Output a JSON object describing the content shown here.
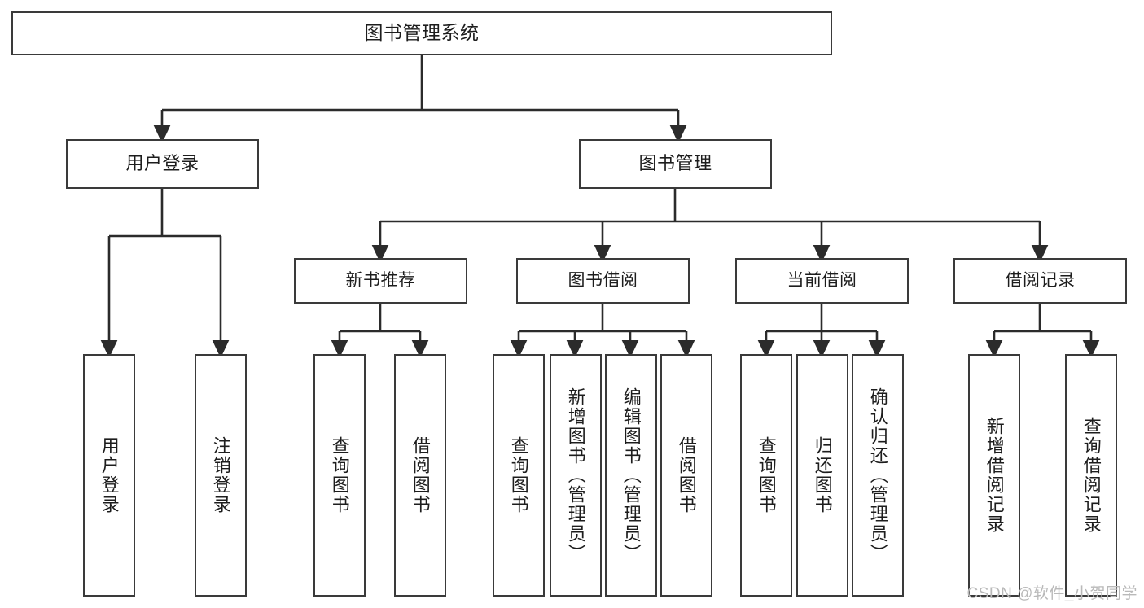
{
  "diagram": {
    "title": "图书管理系统",
    "type": "hierarchy-tree",
    "watermark": "CSDN @软件_小贺同学",
    "colors": {
      "box_border": "#3a3a3a",
      "box_fill": "#ffffff",
      "text": "#1d1d1d",
      "connector": "#2b2b2b",
      "watermark": "#b9b9b9"
    },
    "nodes": {
      "root": {
        "label": "图书管理系统",
        "level": 0
      },
      "level1": [
        {
          "id": "user-login",
          "label": "用户登录"
        },
        {
          "id": "book-management",
          "label": "图书管理"
        }
      ],
      "level2": [
        {
          "id": "new-book-recommend",
          "label": "新书推荐",
          "parent": "book-management"
        },
        {
          "id": "book-borrow",
          "label": "图书借阅",
          "parent": "book-management"
        },
        {
          "id": "current-borrow",
          "label": "当前借阅",
          "parent": "book-management"
        },
        {
          "id": "borrow-records",
          "label": "借阅记录",
          "parent": "book-management"
        }
      ],
      "leaves": [
        {
          "id": "leaf-user-login",
          "label": "用户登录",
          "parent": "user-login"
        },
        {
          "id": "leaf-logout",
          "label": "注销登录",
          "parent": "user-login"
        },
        {
          "id": "leaf-query-book-1",
          "label": "查询图书",
          "parent": "new-book-recommend"
        },
        {
          "id": "leaf-borrow-book-1",
          "label": "借阅图书",
          "parent": "new-book-recommend"
        },
        {
          "id": "leaf-query-book-2",
          "label": "查询图书",
          "parent": "book-borrow"
        },
        {
          "id": "leaf-add-book",
          "label": "新增图书（管理员）",
          "parent": "book-borrow"
        },
        {
          "id": "leaf-edit-book",
          "label": "编辑图书（管理员）",
          "parent": "book-borrow"
        },
        {
          "id": "leaf-borrow-book-2",
          "label": "借阅图书",
          "parent": "book-borrow"
        },
        {
          "id": "leaf-query-book-3",
          "label": "查询图书",
          "parent": "current-borrow"
        },
        {
          "id": "leaf-return-book",
          "label": "归还图书",
          "parent": "current-borrow"
        },
        {
          "id": "leaf-confirm-return",
          "label": "确认归还（管理员）",
          "parent": "current-borrow"
        },
        {
          "id": "leaf-add-record",
          "label": "新增借阅记录",
          "parent": "borrow-records"
        },
        {
          "id": "leaf-query-record",
          "label": "查询借阅记录",
          "parent": "borrow-records"
        }
      ]
    }
  }
}
